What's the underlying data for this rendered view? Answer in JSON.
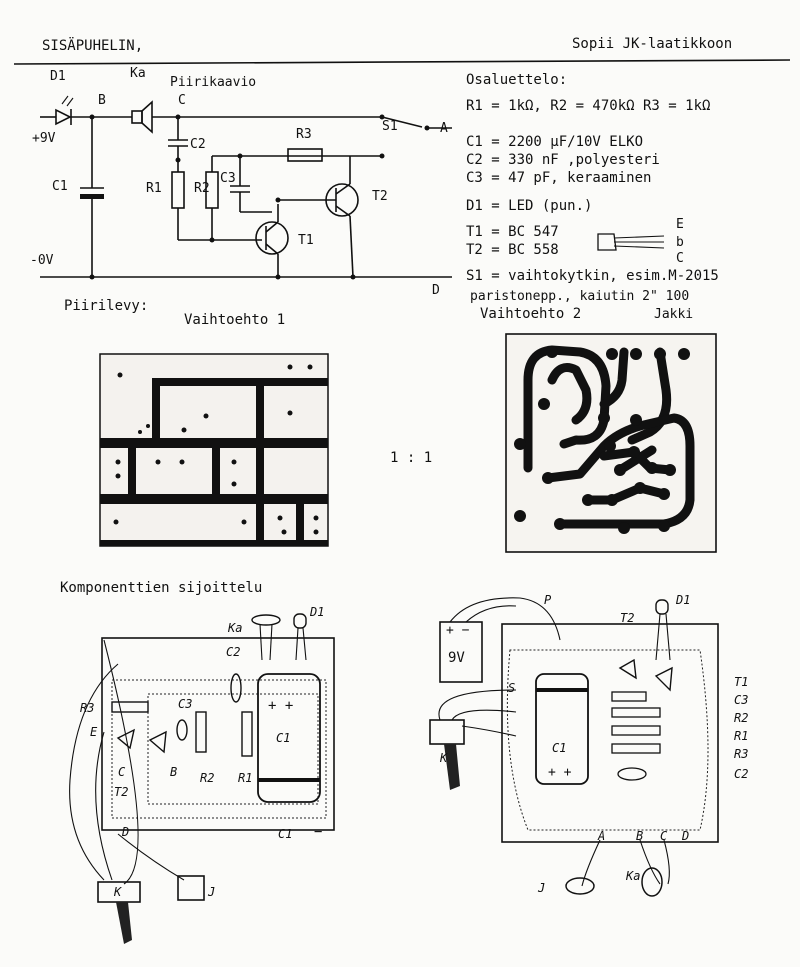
{
  "header": {
    "title": "SISÄPUHELIN,",
    "note": "Sopii JK-laatikkoon"
  },
  "schematic": {
    "title": "Piirikaavio",
    "labels": {
      "d1": "D1",
      "ka": "Ka",
      "b": "B",
      "c": "C",
      "plus9v": "+9V",
      "c2": "C2",
      "r3": "R3",
      "s1": "S1",
      "a": "A",
      "c1": "C1",
      "r1": "R1",
      "r2": "R2",
      "c3": "C3",
      "t2": "T2",
      "t1": "T1",
      "zero_v": "-0V",
      "d": "D"
    }
  },
  "parts_list": {
    "title": "Osaluettelo:",
    "lines": [
      "R1 = 1kΩ, R2 = 470kΩ R3 = 1kΩ",
      "C1 = 2200 µF/10V  ELKO",
      "C2 = 330 nF  ,polyesteri",
      "C3 = 47 pF, keraaminen",
      "D1 = LED (pun.)",
      "T1 = BC 547",
      "T2 = BC 558",
      "S1 = vaihtokytkin, esim.M-2015",
      "paristonepp., kaiutin 2\" 100",
      "Jakki"
    ],
    "pin_labels": [
      "E",
      "b",
      "C"
    ]
  },
  "pcb": {
    "title": "Piirilevy:",
    "option1": "Vaihtoehto 1",
    "option2": "Vaihtoehto 2",
    "scale": "1 : 1"
  },
  "placement": {
    "title": "Komponenttien sijoittelu",
    "left": {
      "ka": "Ka",
      "d1": "D1",
      "c2": "C2",
      "r3": "R3",
      "c3": "C3",
      "e": "E",
      "c": "C",
      "b": "B",
      "t2": "T2",
      "r2": "R2",
      "r1": "R1",
      "c1": "C1",
      "c1b": "C1",
      "d": "D",
      "k": "K",
      "j": "J",
      "minus": "−"
    },
    "right": {
      "p": "P",
      "battery": "9V",
      "t2": "T2",
      "d1": "D1",
      "c1": "C1",
      "k": "K",
      "j": "J",
      "ka": "Ka",
      "s": "S",
      "pads": [
        "A",
        "B",
        "C",
        "D"
      ],
      "legend": [
        "T1",
        "C3",
        "R2",
        "R1",
        "R3",
        "C2"
      ]
    }
  }
}
